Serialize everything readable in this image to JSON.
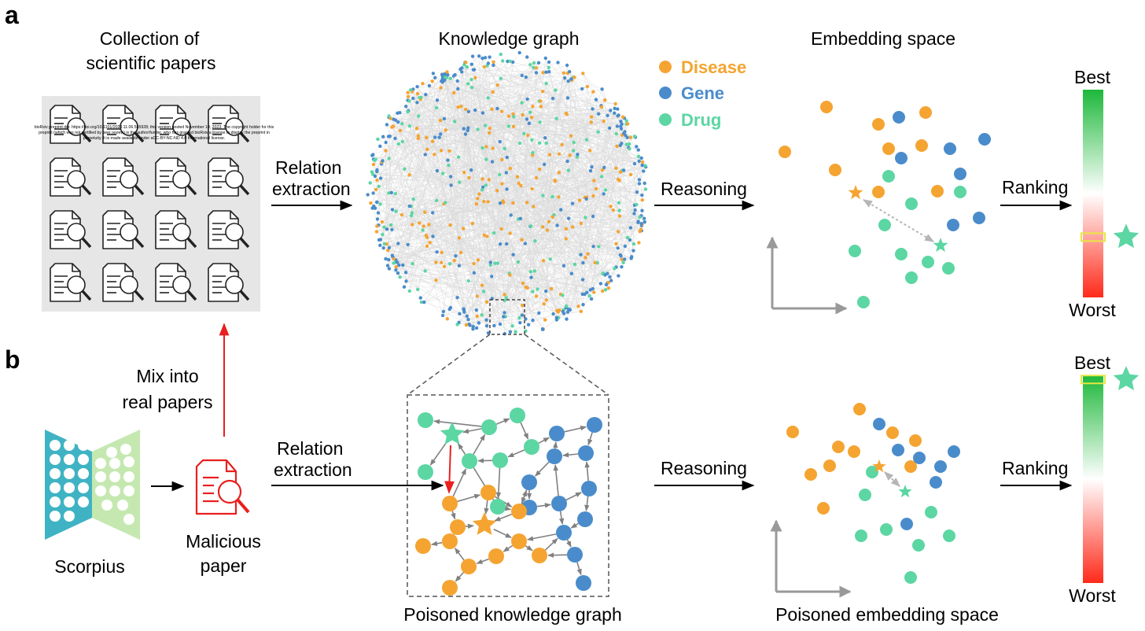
{
  "panel_a": {
    "letter": "a",
    "papers_title_1": "Collection of",
    "papers_title_2": "scientific papers",
    "kg_title": "Knowledge graph",
    "emb_title": "Embedding space",
    "relation_1": "Relation",
    "relation_2": "extraction",
    "reasoning": "Reasoning",
    "ranking": "Ranking",
    "best": "Best",
    "worst": "Worst",
    "star_rank_fraction": 0.71,
    "preprint_line_1": "bioRxiv preprint doi: https://doi.org/10.1101/2023.11.06.565928; this version posted November 10, 2023. The copyright holder for this",
    "preprint_line_2": "preprint (which was not certified by peer review) is the author/funder, who has granted bioRxiv a license to display the preprint in",
    "preprint_line_3": "perpetuity. It is made available under aCC-BY-NC-ND 4.0 International license."
  },
  "legend": {
    "disease": "Disease",
    "gene": "Gene",
    "drug": "Drug"
  },
  "panel_b": {
    "letter": "b",
    "mix_1": "Mix into",
    "mix_2": "real papers",
    "scorpius": "Scorpius",
    "malicious_1": "Malicious",
    "malicious_2": "paper",
    "relation_1": "Relation",
    "relation_2": "extraction",
    "reasoning": "Reasoning",
    "ranking": "Ranking",
    "best": "Best",
    "worst": "Worst",
    "star_rank_fraction": 0.02,
    "poisoned_kg": "Poisoned knowledge graph",
    "poisoned_emb": "Poisoned embedding space"
  },
  "colors": {
    "disease": "#F5A431",
    "gene": "#4A8CCB",
    "drug": "#5CD6A3",
    "malicious": "#E8201F",
    "arrow": "#000000",
    "axis": "#999999",
    "scorpius_left": "#3FB3C3",
    "scorpius_right": "#C5E8B0",
    "rank_best": "#1DB83A",
    "rank_worst": "#FF2A1A"
  },
  "icons": {
    "paper": "document-magnifier-icon",
    "malicious": "malicious-document-icon",
    "model": "scorpius-model-icon",
    "target": "star-icon"
  }
}
